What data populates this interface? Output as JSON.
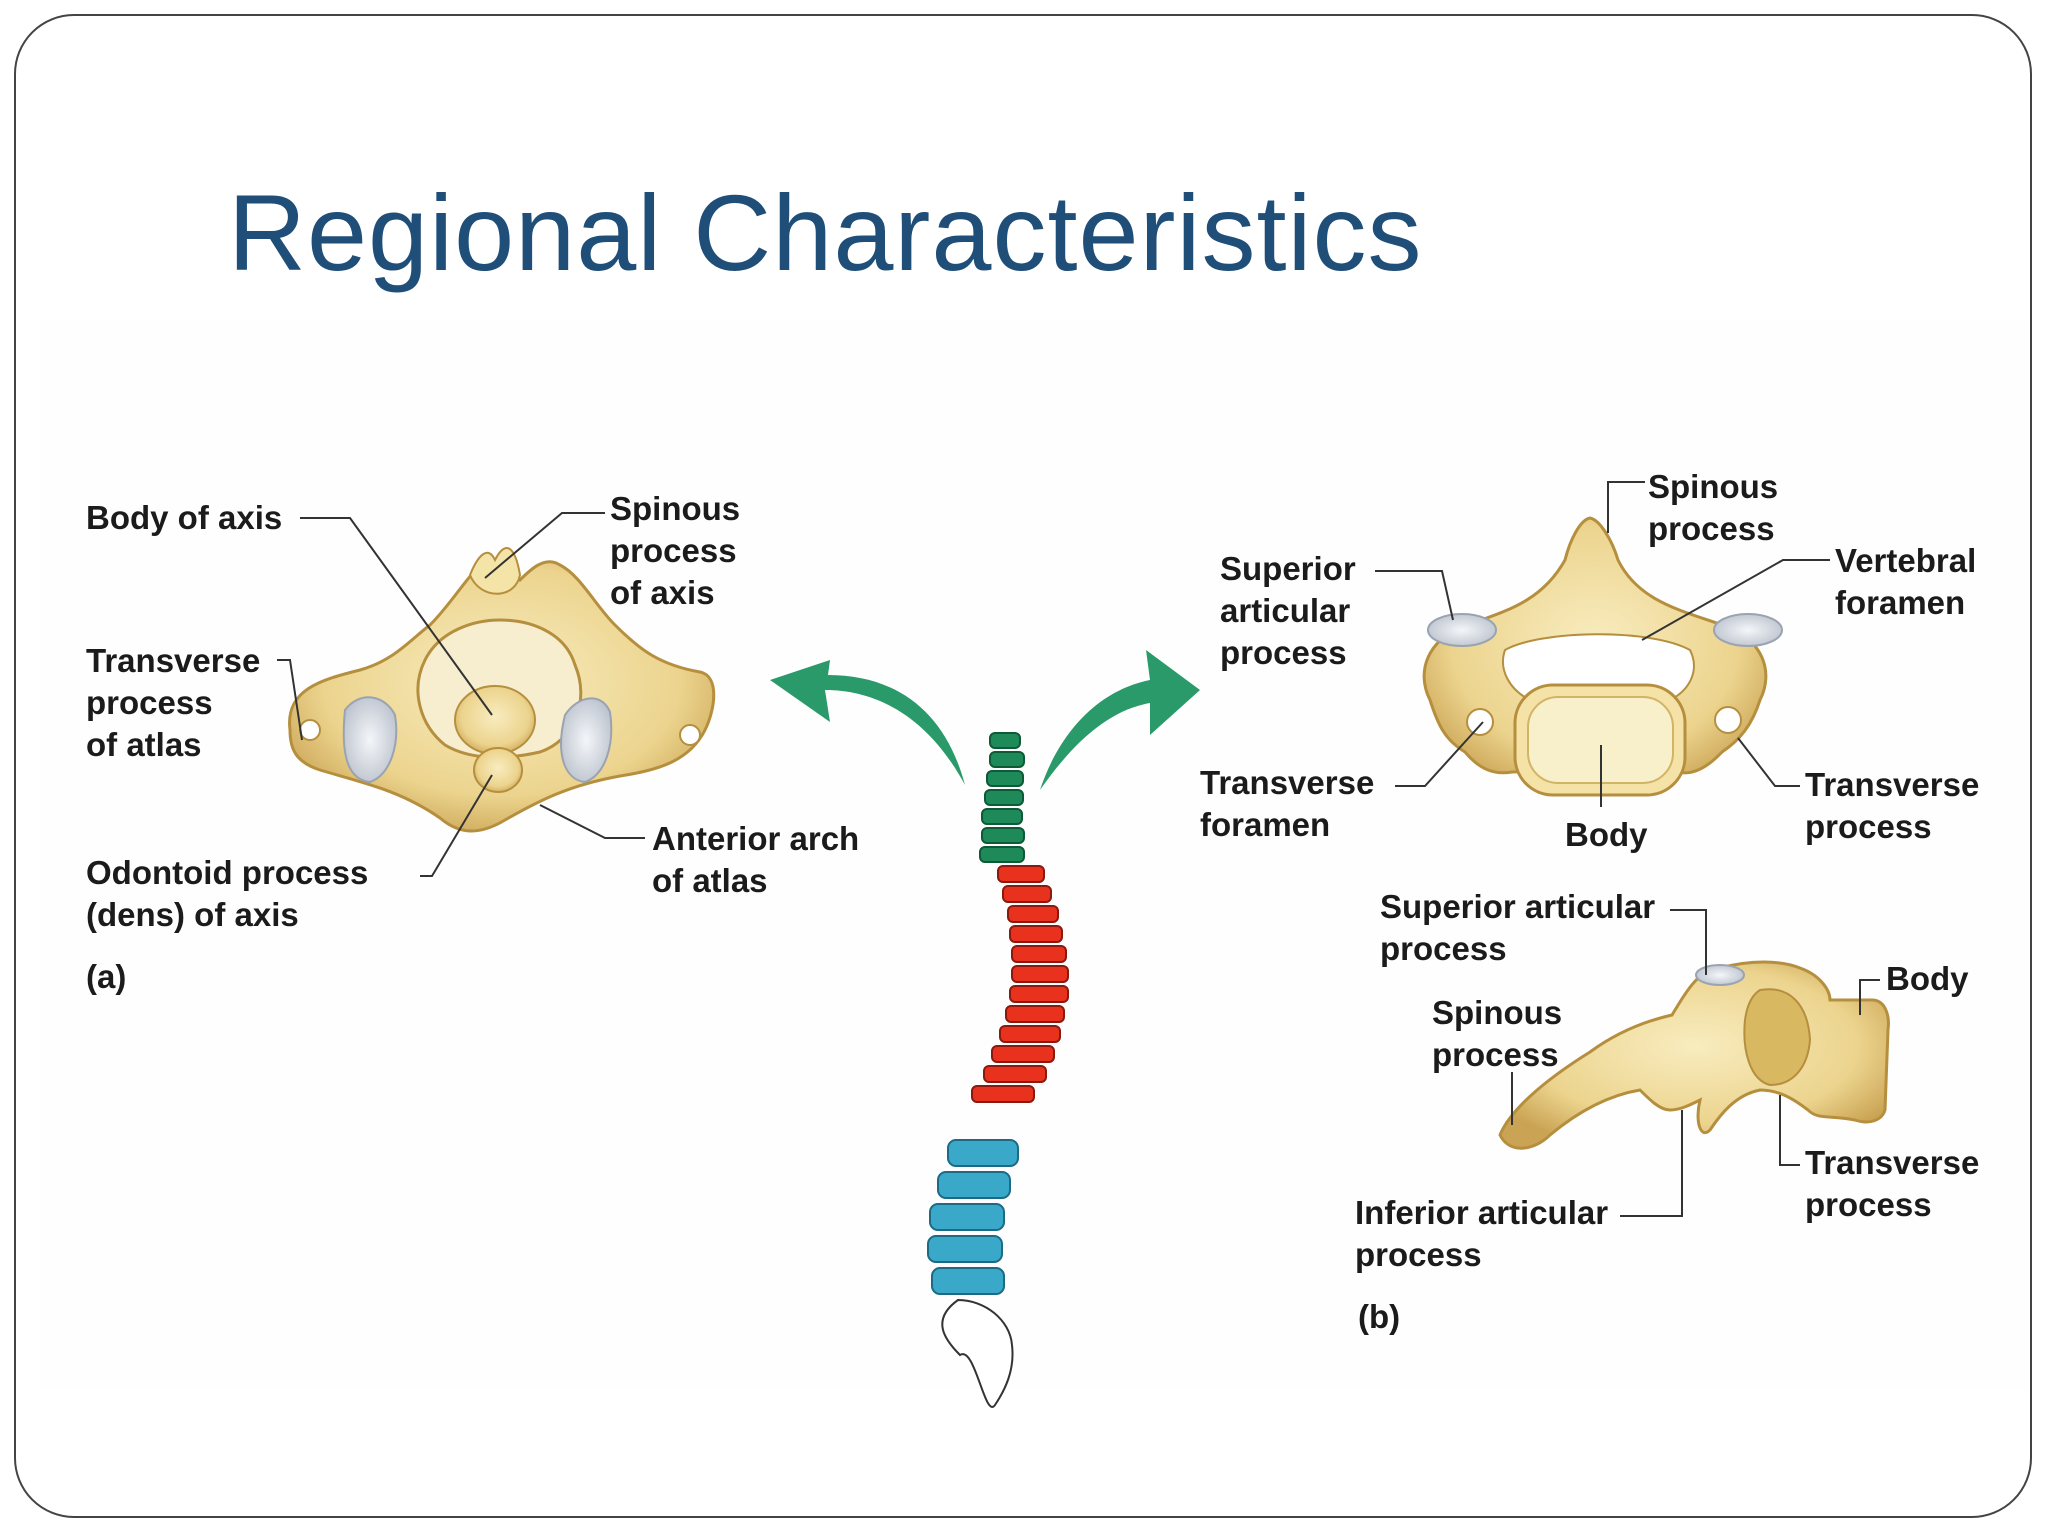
{
  "slide": {
    "title": "Regional Characteristics"
  },
  "panel_a": {
    "tag": "(a)",
    "labels": {
      "body_of_axis": "Body of axis",
      "spinous_process_of_axis": "Spinous\nprocess\nof axis",
      "transverse_process_of_atlas": "Transverse\nprocess\nof atlas",
      "odontoid_process": "Odontoid process\n(dens) of axis",
      "anterior_arch_of_atlas": "Anterior arch\nof atlas"
    }
  },
  "panel_b": {
    "tag": "(b)",
    "top_view_labels": {
      "spinous_process": "Spinous\nprocess",
      "superior_articular_process": "Superior\narticular\nprocess",
      "vertebral_foramen": "Vertebral\nforamen",
      "transverse_foramen": "Transverse\nforamen",
      "body": "Body",
      "transverse_process": "Transverse\nprocess"
    },
    "side_view_labels": {
      "superior_articular_process": "Superior articular\nprocess",
      "body": "Body",
      "spinous_process": "Spinous\nprocess",
      "transverse_process": "Transverse\nprocess",
      "inferior_articular_process": "Inferior articular\nprocess"
    }
  },
  "colors": {
    "title": "#1f4e79",
    "bone": "#f2dfa0",
    "bone_shade": "#d9b862",
    "cartilage": "#dfe3ea",
    "cervical": "#1e8a5a",
    "thoracic": "#e8321e",
    "lumbar": "#3aa9c9",
    "sacrum": "#ffffff",
    "arrow": "#2a9a6a"
  }
}
